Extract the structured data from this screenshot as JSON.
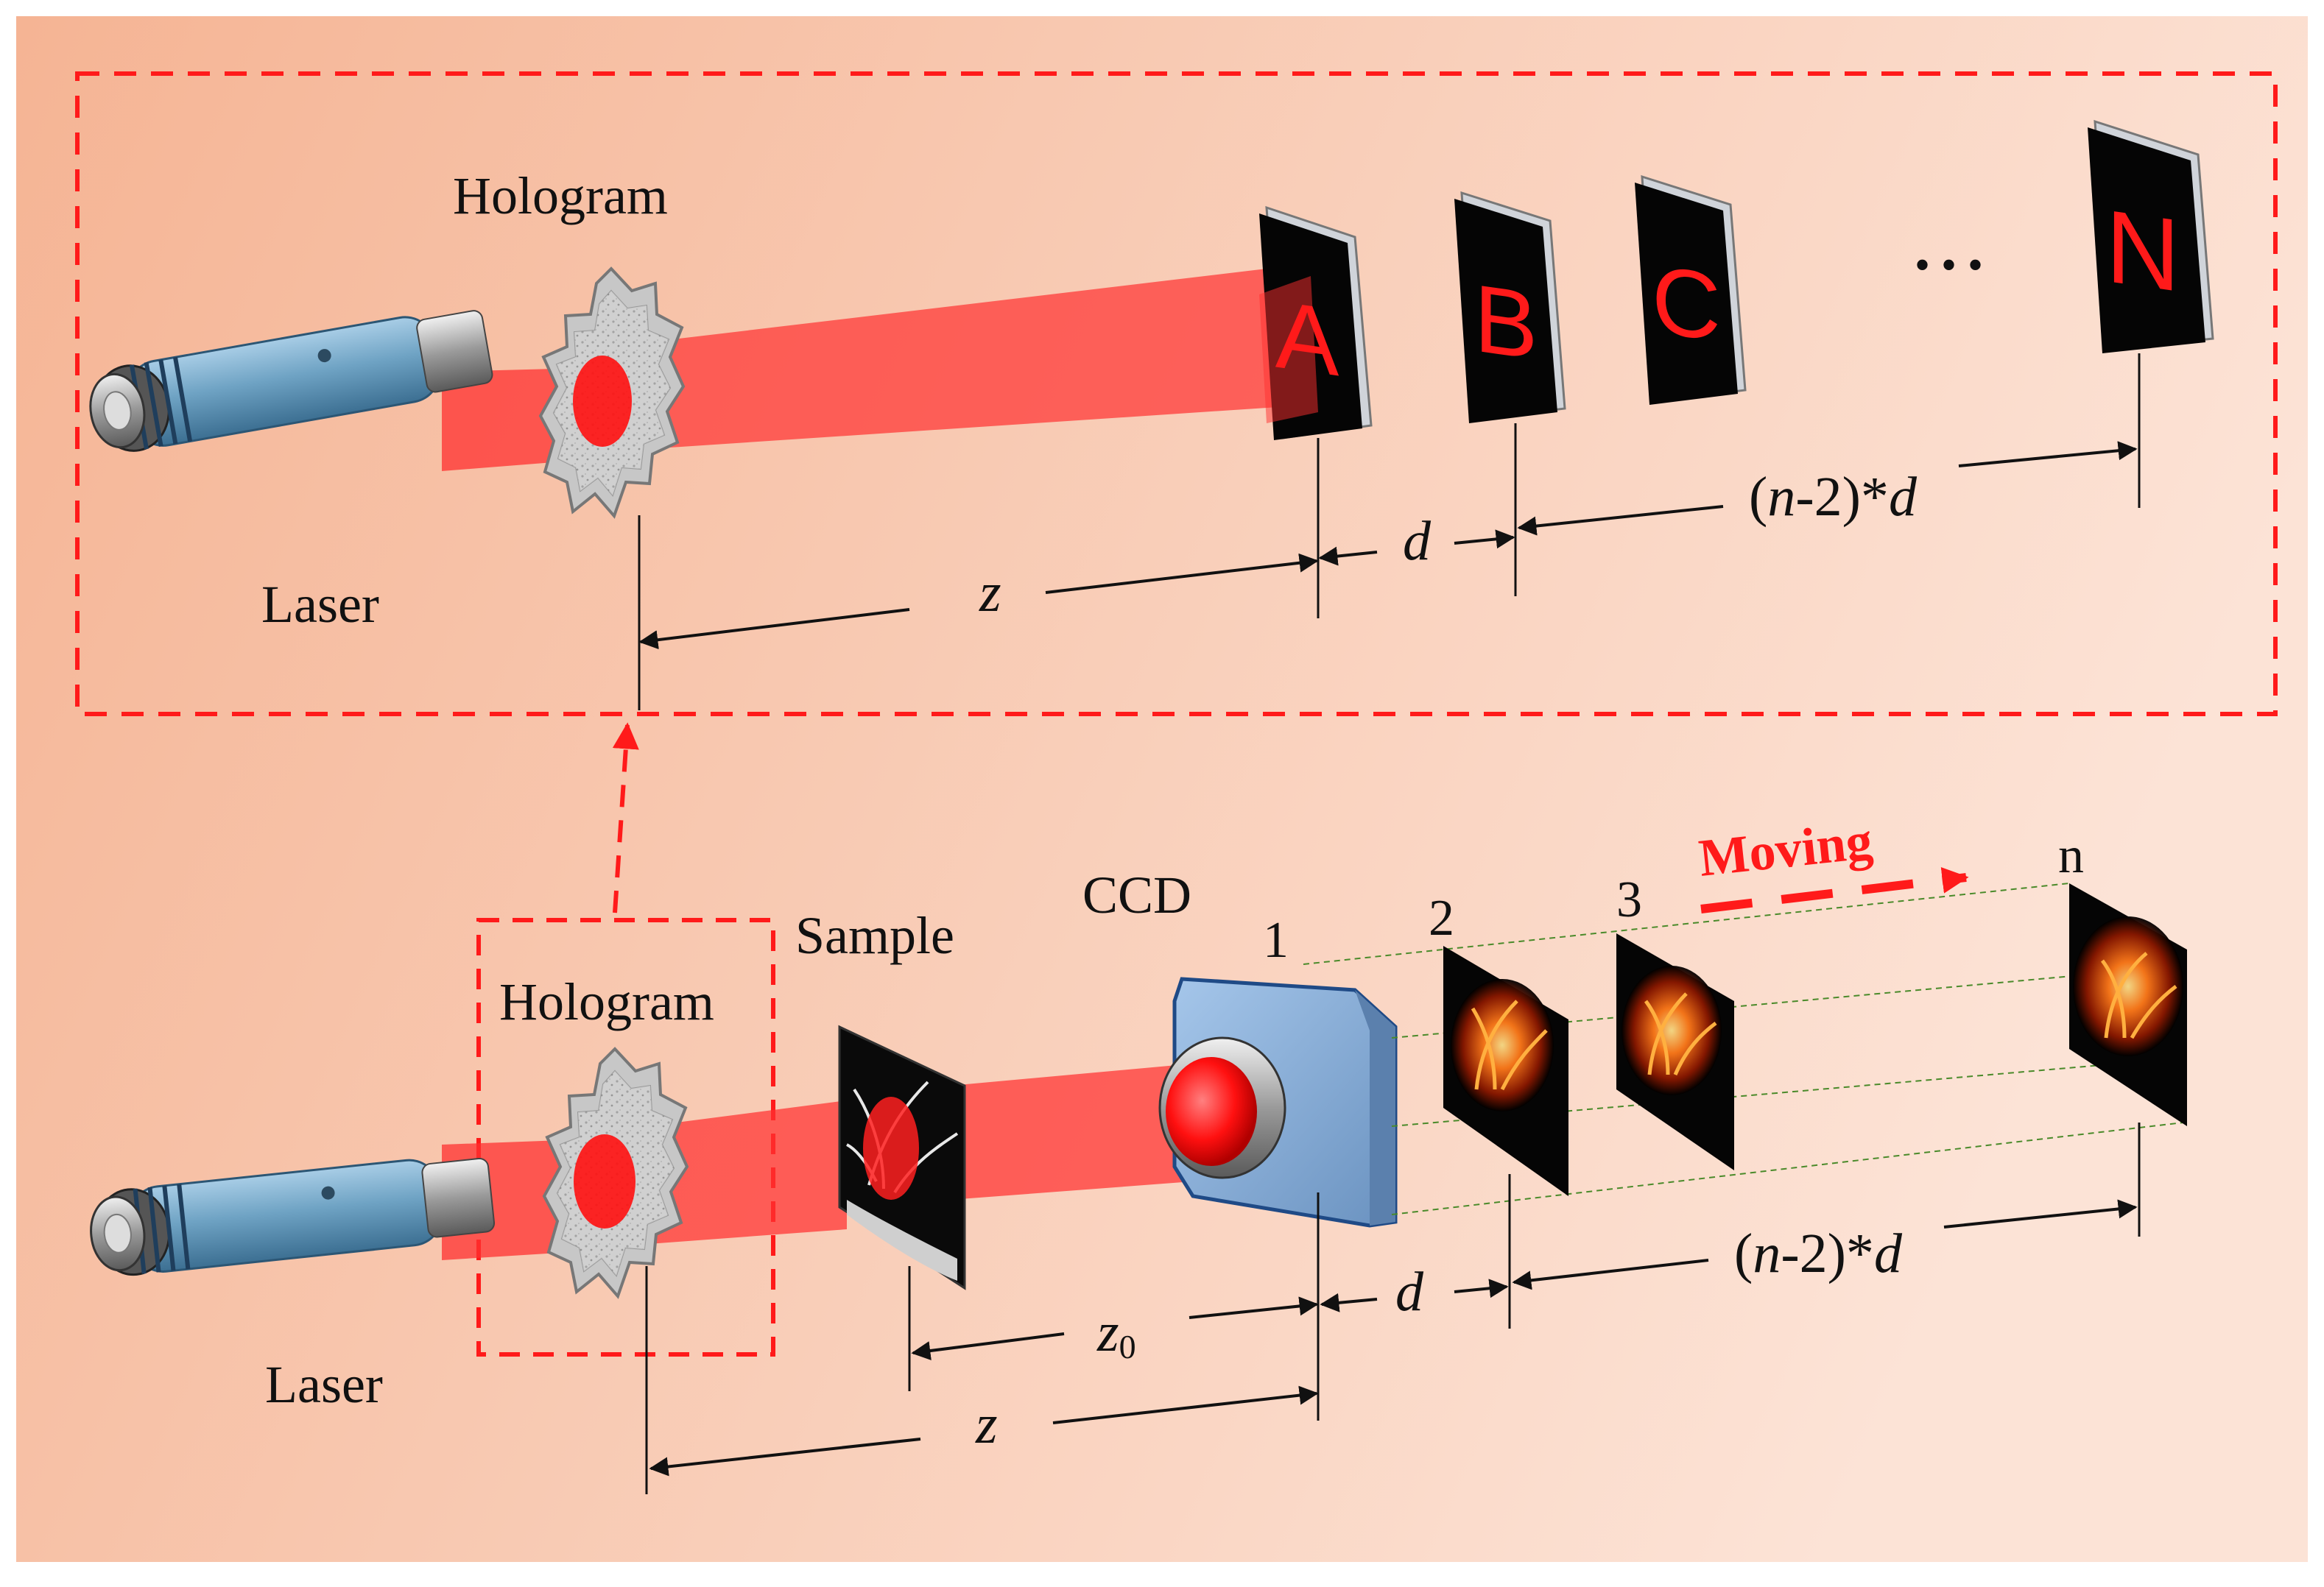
{
  "top": {
    "hologram_label": "Hologram",
    "laser_label": "Laser",
    "screens": [
      "A",
      "B",
      "C",
      "N"
    ],
    "ellipsis": "• • •",
    "dim_z": "z",
    "dim_d": "d",
    "dim_span": {
      "open": "(",
      "n": "n",
      "rest": "-2)*",
      "d": "d"
    }
  },
  "bottom": {
    "hologram_label": "Hologram",
    "sample_label": "Sample",
    "ccd_label": "CCD",
    "laser_label": "Laser",
    "moving_label": "Moving",
    "plane_numbers": [
      "1",
      "2",
      "3",
      "n"
    ],
    "dim_z0": {
      "z": "z",
      "sub": "0"
    },
    "dim_z": "z",
    "dim_d": "d",
    "dim_span": {
      "open": "(",
      "n": "n",
      "rest": "-2)*",
      "d": "d"
    }
  },
  "colors": {
    "background_left": "#f5b494",
    "background_right": "#fce3d6",
    "beam": "#ff2a2a",
    "dashed_box": "#ff1a1a",
    "screen_letter": "#ff1a1a",
    "laser_body": "#6fa3c4",
    "ccd_body": "#7fa9d6"
  }
}
